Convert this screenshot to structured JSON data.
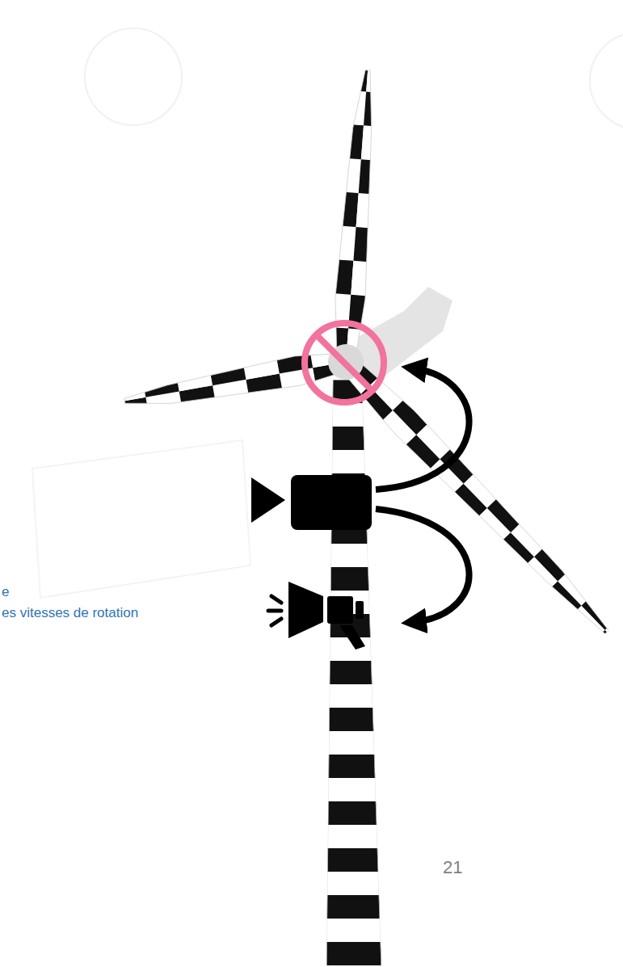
{
  "diagram": {
    "labels": [
      "e",
      "es vitesses de rotation",
      "21"
    ]
  }
}
